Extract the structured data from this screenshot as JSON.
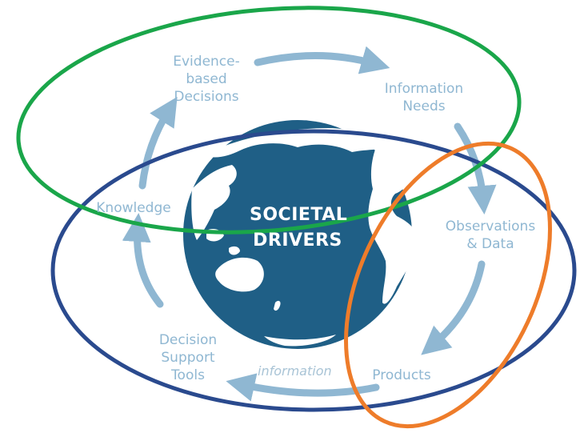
{
  "center": {
    "line1": "SOCIETAL",
    "line2": "DRIVERS"
  },
  "cycle": [
    {
      "id": "evidence",
      "label": "Evidence-\nbased\nDecisions"
    },
    {
      "id": "info_needs",
      "label": "Information\nNeeds"
    },
    {
      "id": "observations",
      "label": "Observations\n& Data"
    },
    {
      "id": "products",
      "label": "Products"
    },
    {
      "id": "dst",
      "label": "Decision\nSupport\nTools"
    },
    {
      "id": "knowledge",
      "label": "Knowledge"
    }
  ],
  "arrow_label": "information",
  "colors": {
    "globe": "#1f5f86",
    "land": "#ffffff",
    "arrow": "#8fb7d2",
    "label": "#8fb7d2",
    "ellipse_green": "#1aa64a",
    "ellipse_blue": "#2a4a8e",
    "ellipse_orange": "#ee7c2a"
  }
}
